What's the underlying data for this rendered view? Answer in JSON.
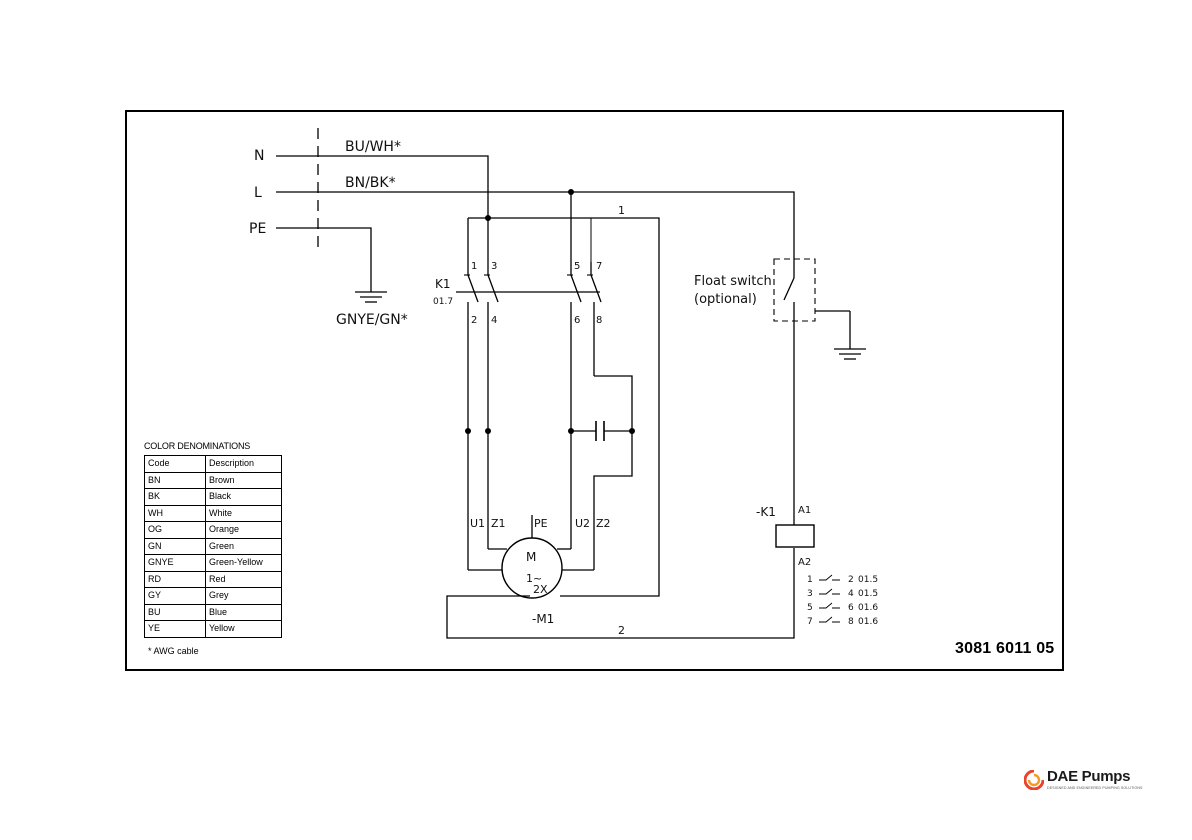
{
  "lines": {
    "n": "N",
    "l": "L",
    "pe": "PE",
    "n_color": "BU/WH*",
    "l_color": "BN/BK*",
    "pe_color": "GNYE/GN*"
  },
  "contactor": {
    "ref": "K1",
    "sub": "01.7",
    "top_terminals": [
      "1",
      "3",
      "5",
      "7"
    ],
    "bottom_terminals": [
      "2",
      "4",
      "6",
      "8"
    ],
    "coil": "-K1",
    "coil_a1": "A1",
    "coil_a2": "A2",
    "contact_table": [
      {
        "from": "1",
        "to": "2",
        "ref": "01.5"
      },
      {
        "from": "3",
        "to": "4",
        "ref": "01.5"
      },
      {
        "from": "5",
        "to": "6",
        "ref": "01.6"
      },
      {
        "from": "7",
        "to": "8",
        "ref": "01.6"
      }
    ]
  },
  "wires": {
    "wire_1": "1",
    "wire_2": "2"
  },
  "float_switch": {
    "line1": "Float switch",
    "line2": "(optional)"
  },
  "motor": {
    "letter": "M",
    "phase": "1~",
    "winding": "2X",
    "ref": "-M1",
    "terminals": [
      "U1",
      "Z1",
      "PE",
      "U2",
      "Z2"
    ]
  },
  "legend": {
    "title": "COLOR DENOMINATIONS",
    "headers": [
      "Code",
      "Description"
    ],
    "rows": [
      [
        "BN",
        "Brown"
      ],
      [
        "BK",
        "Black"
      ],
      [
        "WH",
        "White"
      ],
      [
        "OG",
        "Orange"
      ],
      [
        "GN",
        "Green"
      ],
      [
        "GNYE",
        "Green-Yellow"
      ],
      [
        "RD",
        "Red"
      ],
      [
        "GY",
        "Grey"
      ],
      [
        "BU",
        "Blue"
      ],
      [
        "YE",
        "Yellow"
      ]
    ],
    "note": "* AWG cable"
  },
  "doc_number": "3081 6011 05",
  "brand": {
    "name": "DAE Pumps",
    "tagline": "DESIGNED AND ENGINEERED PUMPING SOLUTIONS",
    "icon": "dae-pumps-logo-icon",
    "accent": "#e8452c"
  }
}
